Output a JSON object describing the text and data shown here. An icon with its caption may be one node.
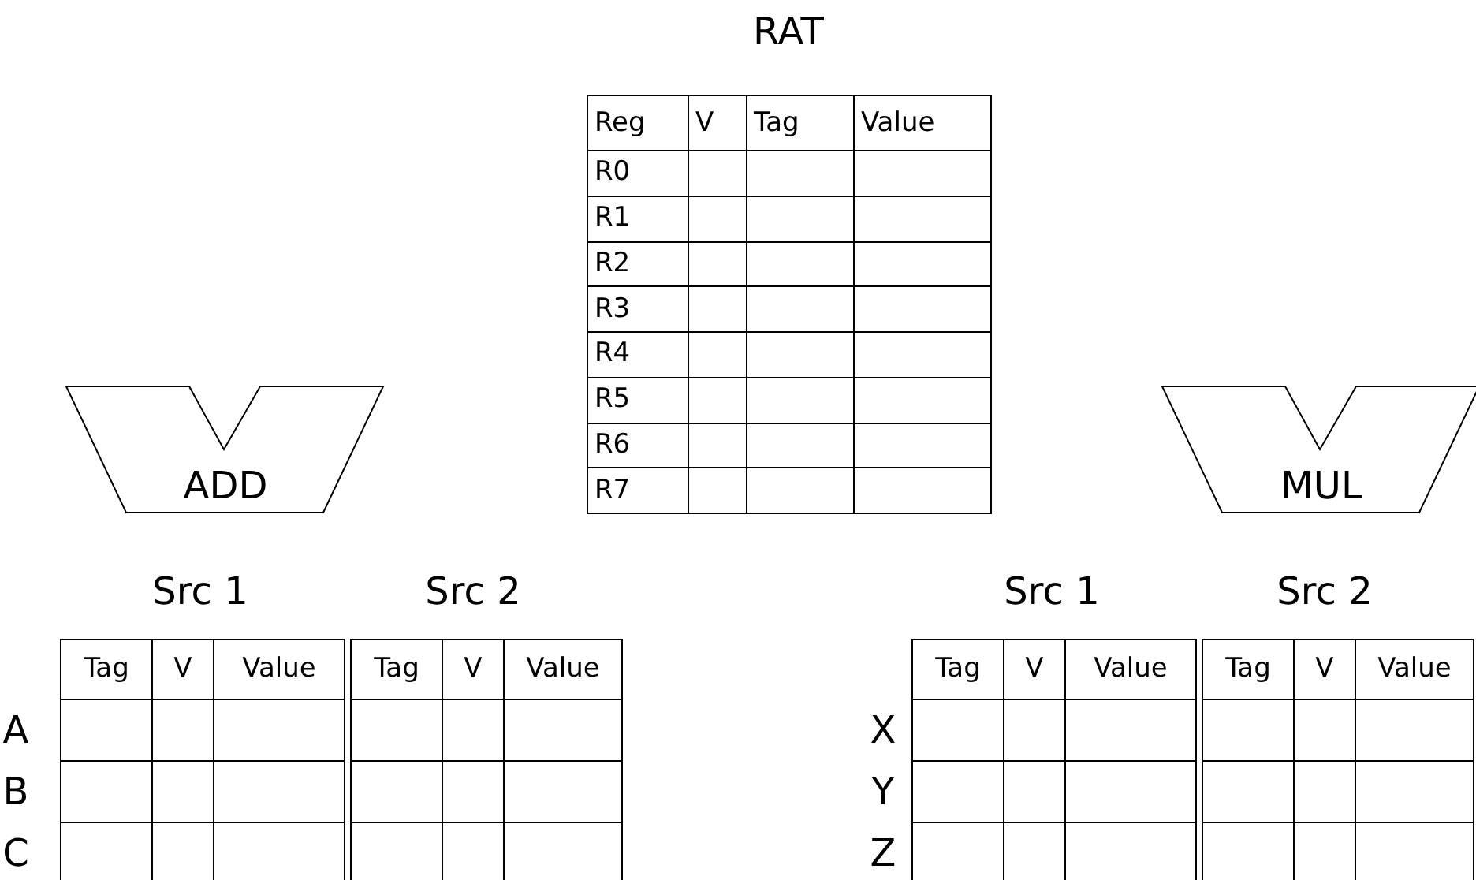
{
  "diagram": {
    "nodes": [
      {
        "text": [
          "ADD"
        ]
      },
      {
        "text": [
          "MUL"
        ]
      }
    ],
    "labels": [
      "RAT",
      "Reg",
      "V",
      "Tag",
      "Value",
      "R0",
      "R1",
      "R2",
      "R3",
      "R4",
      "R5",
      "R6",
      "R7",
      "Src 1",
      "Src 2",
      "Src 1",
      "Src 2",
      "Tag",
      "V",
      "Value",
      "Tag",
      "V",
      "Value",
      "Tag",
      "V",
      "Value",
      "Tag",
      "V",
      "Value",
      "A",
      "B",
      "C",
      "X",
      "Y",
      "Z"
    ]
  }
}
